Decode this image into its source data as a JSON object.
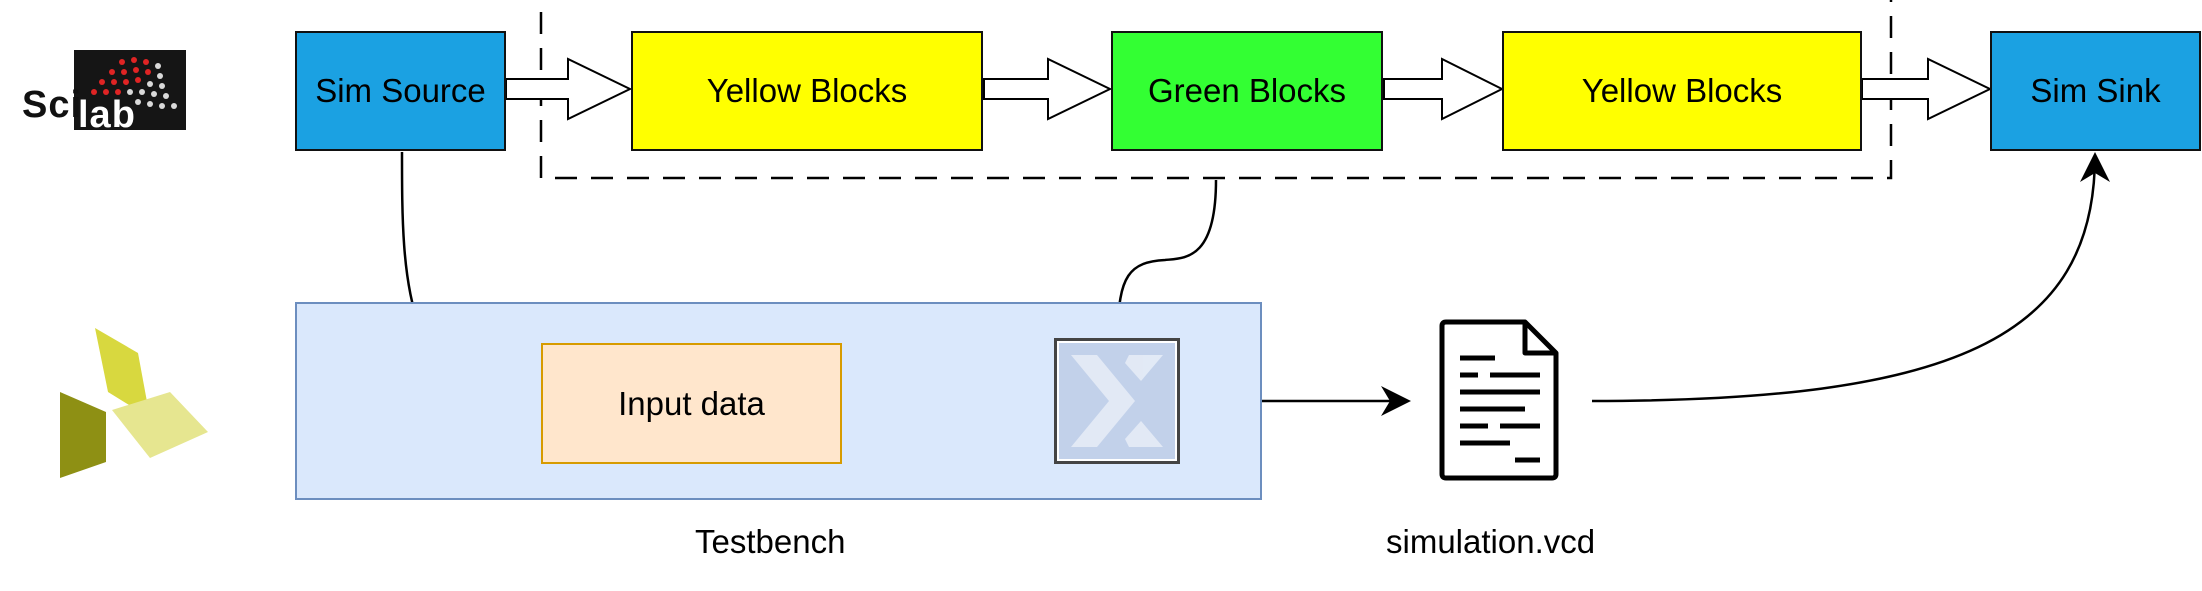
{
  "logos": {
    "scilab": {
      "text_part1": "Sci",
      "text_part2": "lab"
    }
  },
  "pipeline": {
    "sim_source": "Sim Source",
    "yellow_blocks_1": "Yellow Blocks",
    "green_blocks": "Green Blocks",
    "yellow_blocks_2": "Yellow Blocks",
    "sim_sink": "Sim Sink"
  },
  "testbench": {
    "input_data": "Input data",
    "label": "Testbench"
  },
  "output": {
    "file_label": "simulation.vcd"
  },
  "colors": {
    "sim_blue": "#1ba1e2",
    "yellow": "#ffff00",
    "green": "#33ff33",
    "testbench_fill": "#dae8fc",
    "testbench_border": "#6c8ebf",
    "input_fill": "#ffe6cc",
    "input_border": "#d79b00"
  }
}
